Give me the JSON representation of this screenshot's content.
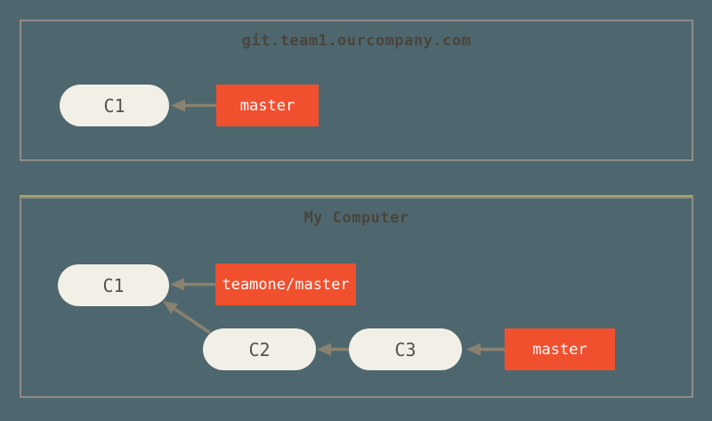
{
  "colors": {
    "background": "#4e676e",
    "box-border": "#8f8b89",
    "node-fill": "#f2efe6",
    "node-text": "#575046",
    "branch-fill": "#f1502f",
    "branch-text": "#ffffff",
    "arrow": "#8a8170",
    "title-text": "#4a443c",
    "olive-accent": "#a9a35c"
  },
  "remote": {
    "title": "git.team1.ourcompany.com",
    "commits": [
      {
        "label": "C1"
      }
    ],
    "branches": [
      {
        "label": "master",
        "points_to": "C1"
      }
    ]
  },
  "local": {
    "title": "My Computer",
    "commits": [
      {
        "label": "C1"
      },
      {
        "label": "C2"
      },
      {
        "label": "C3"
      }
    ],
    "branches": [
      {
        "label": "teamone/master",
        "points_to": "C1"
      },
      {
        "label": "master",
        "points_to": "C3"
      }
    ],
    "edges": [
      {
        "from": "C2",
        "to": "C1"
      },
      {
        "from": "C3",
        "to": "C2"
      }
    ]
  }
}
